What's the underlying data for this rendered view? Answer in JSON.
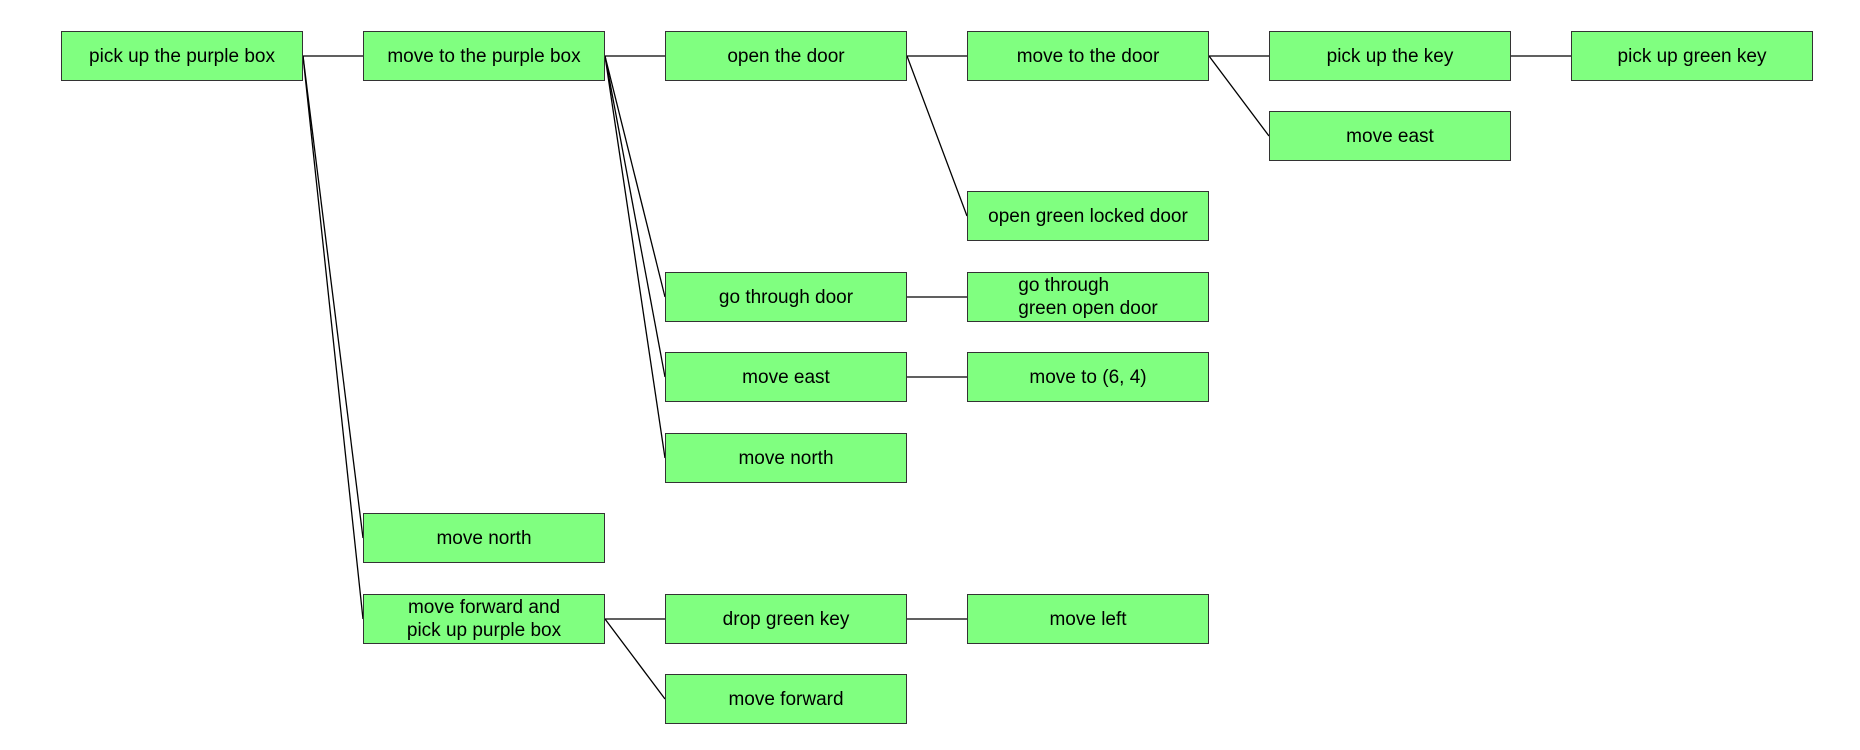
{
  "diagram": {
    "colors": {
      "node_fill": "#80ff80",
      "node_border": "#333333",
      "edge": "#000000",
      "text": "#000000"
    },
    "nodes": [
      {
        "id": "n1",
        "label": "pick up the purple box"
      },
      {
        "id": "n2",
        "label": "move to the purple box"
      },
      {
        "id": "n3",
        "label": "open the door"
      },
      {
        "id": "n4",
        "label": "move to the door"
      },
      {
        "id": "n5",
        "label": "pick up the key"
      },
      {
        "id": "n6",
        "label": "pick up green key"
      },
      {
        "id": "n7",
        "label": "move east"
      },
      {
        "id": "n8",
        "label": "open green locked door"
      },
      {
        "id": "n9",
        "label": "go through door"
      },
      {
        "id": "n10",
        "label": "go through\ngreen open door"
      },
      {
        "id": "n11",
        "label": "move east"
      },
      {
        "id": "n12",
        "label": "move to (6, 4)"
      },
      {
        "id": "n13",
        "label": "move north"
      },
      {
        "id": "n14",
        "label": "move north"
      },
      {
        "id": "n15",
        "label": "move forward and\npick up purple box"
      },
      {
        "id": "n16",
        "label": "drop green key"
      },
      {
        "id": "n17",
        "label": "move left"
      },
      {
        "id": "n18",
        "label": "move forward"
      }
    ],
    "edges": [
      [
        "n1",
        "n2"
      ],
      [
        "n1",
        "n14"
      ],
      [
        "n1",
        "n15"
      ],
      [
        "n2",
        "n3"
      ],
      [
        "n2",
        "n9"
      ],
      [
        "n2",
        "n11"
      ],
      [
        "n2",
        "n13"
      ],
      [
        "n3",
        "n4"
      ],
      [
        "n3",
        "n8"
      ],
      [
        "n4",
        "n5"
      ],
      [
        "n4",
        "n7"
      ],
      [
        "n5",
        "n6"
      ],
      [
        "n9",
        "n10"
      ],
      [
        "n11",
        "n12"
      ],
      [
        "n15",
        "n16"
      ],
      [
        "n15",
        "n18"
      ],
      [
        "n16",
        "n17"
      ]
    ]
  }
}
